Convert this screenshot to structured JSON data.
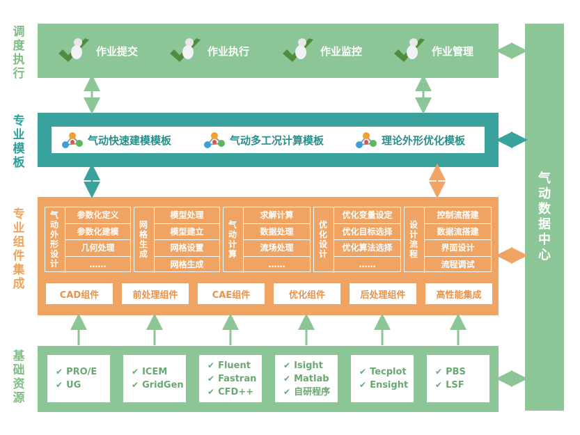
{
  "side_labels": {
    "schedule": "调度执行",
    "template": "专业模板",
    "components": "专业组件集成",
    "resources": "基础资源"
  },
  "data_center": "气动数据中心",
  "schedule_items": [
    "作业提交",
    "作业执行",
    "作业监控",
    "作业管理"
  ],
  "template_items": [
    "气动快速建模模板",
    "气动多工况计算模板",
    "理论外形优化模板"
  ],
  "component_groups": [
    {
      "title": "气动外形设计",
      "items": [
        "参数化定义",
        "参数化建模",
        "几何处理",
        "……"
      ]
    },
    {
      "title": "网格生成",
      "items": [
        "模型处理",
        "模型建立",
        "网格设置",
        "网格生成"
      ]
    },
    {
      "title": "气动计算",
      "items": [
        "求解计算",
        "数据处理",
        "流场处理",
        "……"
      ]
    },
    {
      "title": "优化设计",
      "items": [
        "优化变量设定",
        "优化目标选择",
        "优化算法选择",
        "……"
      ]
    },
    {
      "title": "设计流程",
      "items": [
        "控制流搭建",
        "数据流搭建",
        "界面设计",
        "流程调试"
      ]
    }
  ],
  "component_modules": [
    "CAD组件",
    "前处理组件",
    "CAE组件",
    "优化组件",
    "后处理组件",
    "高性能集成"
  ],
  "resources": [
    [
      "PRO/E",
      "UG"
    ],
    [
      "ICEM",
      "GridGen"
    ],
    [
      "Fluent",
      "Fastran",
      "CFD++"
    ],
    [
      "Isight",
      "Matlab",
      "自研程序"
    ],
    [
      "Tecplot",
      "Ensight"
    ],
    [
      "PBS",
      "LSF"
    ]
  ],
  "colors": {
    "green": "#8cc697",
    "teal": "#3aa29c",
    "orange": "#f0a464"
  }
}
